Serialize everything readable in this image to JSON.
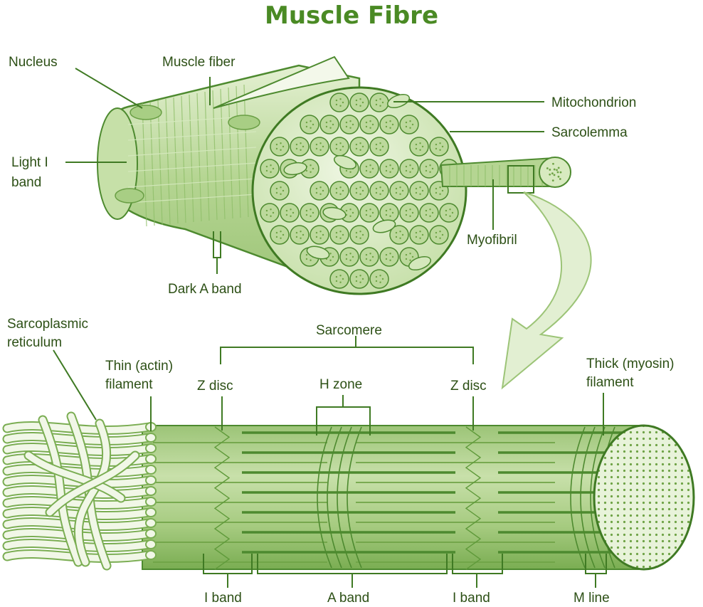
{
  "title": "Muscle Fibre",
  "colors": {
    "title": "#4a8a24",
    "label": "#2d5016",
    "line": "#3f7a23",
    "fill_light": "#dcebc5",
    "fill_mid": "#b9d79a",
    "fill_dark": "#8dbb64",
    "stroke": "#4d8a2f",
    "arrow": "#e2efd2"
  },
  "labels": {
    "nucleus": "Nucleus",
    "muscle_fiber": "Muscle fiber",
    "mitochondrion": "Mitochondrion",
    "sarcolemma": "Sarcolemma",
    "light_i_band_1": "Light I",
    "light_i_band_2": "band",
    "myofibril": "Myofibril",
    "dark_a_band": "Dark A band",
    "sarcoplasmic_1": "Sarcoplasmic",
    "sarcoplasmic_2": "reticulum",
    "sarcomere": "Sarcomere",
    "thin_1": "Thin (actin)",
    "thin_2": "filament",
    "z_disc_left": "Z disc",
    "h_zone": "H zone",
    "z_disc_right": "Z disc",
    "thick_1": "Thick (myosin)",
    "thick_2": "filament",
    "i_band_left": "I band",
    "a_band": "A band",
    "i_band_right": "I band",
    "m_line": "M line"
  }
}
